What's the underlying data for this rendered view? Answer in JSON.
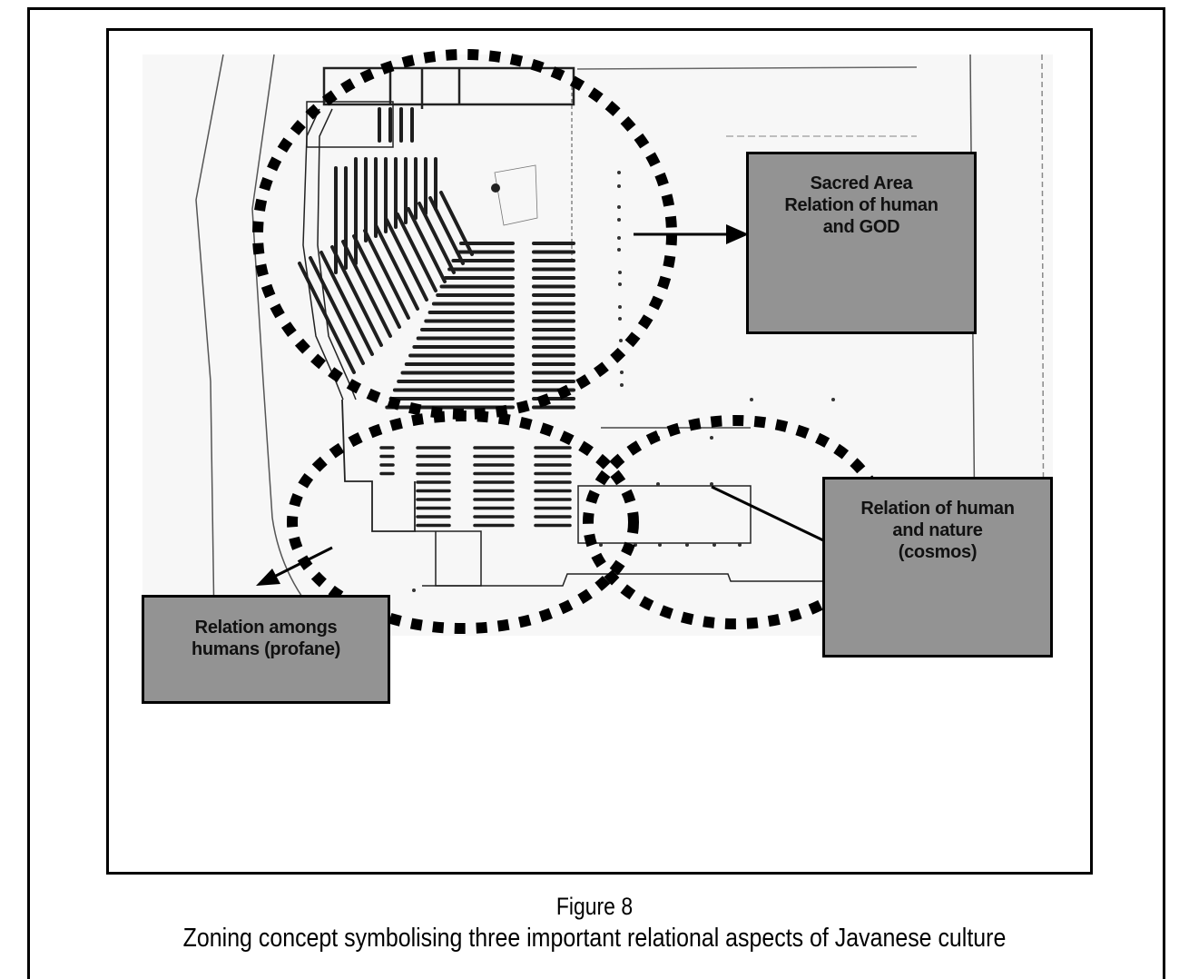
{
  "figure": {
    "number_label": "Figure 8",
    "caption": "Zoning concept symbolising three important relational aspects of Javanese culture"
  },
  "zones": [
    {
      "id": "sacred",
      "lines": [
        "Sacred Area",
        "Relation of human",
        "and GOD"
      ]
    },
    {
      "id": "nature",
      "lines": [
        "Relation of human",
        "and nature",
        "(cosmos)"
      ]
    },
    {
      "id": "profane",
      "lines": [
        "Relation amongs",
        "humans (profane)"
      ]
    }
  ],
  "colors": {
    "label_box_fill": "#939393",
    "outline": "#000000",
    "plan_paper": "#f7f7f7",
    "plan_ink": "#222222"
  }
}
